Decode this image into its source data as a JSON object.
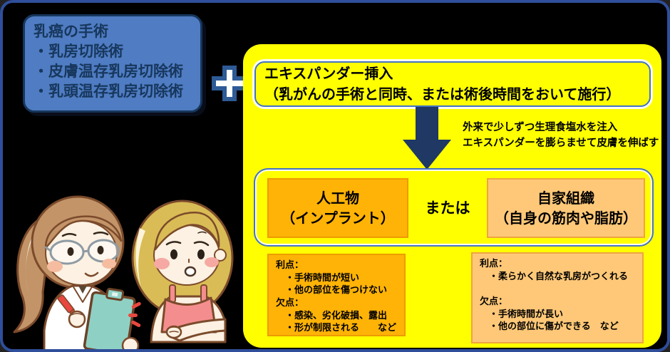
{
  "colors": {
    "background": "#000000",
    "frame_border": "#2F4E9B",
    "surgery_box_fill": "#4F7CC2",
    "surgery_box_border": "#16365C",
    "surgery_text": "#17375D",
    "panel_yellow": "#FFFF00",
    "inner_border_blue": "#4472C4",
    "arrow_navy": "#1F3864",
    "implant_orange": "#FFB306",
    "implant_border": "#ED9C00",
    "autologous_peach": "#FFC878",
    "autologous_border": "#F0A441",
    "plus_fill": "#FFFFFF",
    "plus_border": "#2E5A96"
  },
  "surgery_box": {
    "text": "乳癌の手術\n・乳房切除術\n・皮膚温存乳房切除術\n・乳頭温存乳房切除術"
  },
  "expander_box": {
    "text": "エキスパンダー挿入\n（乳がんの手術と同時、または術後時間をおいて施行）"
  },
  "arrow_note": "外来で少しずつ生理食塩水を注入\nエキスパンダーを膨らませて皮膚を伸ばす",
  "options": {
    "implant_title": "人工物\n（インプラント）",
    "or_label": "または",
    "autologous_title": "自家組織\n（自身の筋肉や脂肪）"
  },
  "pros_cons": {
    "implant": "利点：\n　・手術時間が短い\n　・他の部位を傷つけない\n欠点：\n　・感染、劣化破損、露出\n　・形が制限される　　など",
    "autologous": "利点：\n　・柔らかく自然な乳房がつくれる\n\n欠点：\n　・手術時間が長い\n　・他の部位に傷ができる　など"
  }
}
